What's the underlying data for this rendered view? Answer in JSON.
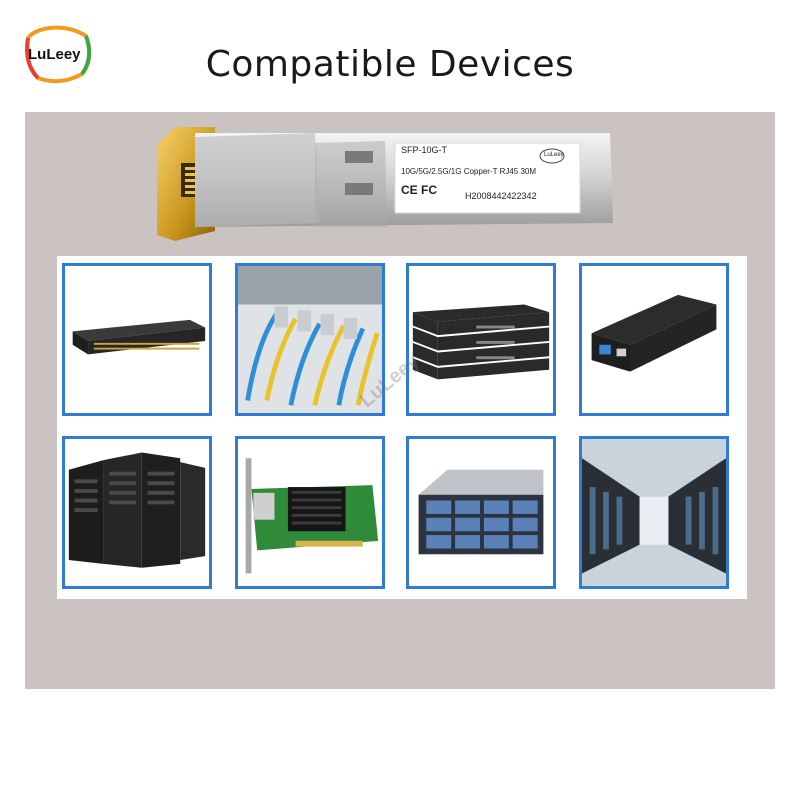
{
  "brand": {
    "name": "LuLeey"
  },
  "title": "Compatible Devices",
  "module": {
    "model": "SFP-10G-T",
    "spec": "10G/5G/2.5G/1G Copper-T RJ45 30M",
    "certs": "CE FC",
    "serial": "H2008442422342",
    "badge": "LuLeey"
  },
  "watermark": "LuLeey",
  "devices": [
    {
      "name": "network-switch-icon"
    },
    {
      "name": "fiber-patch-cables-icon"
    },
    {
      "name": "rack-servers-icon"
    },
    {
      "name": "media-converter-icon"
    },
    {
      "name": "server-cabinets-icon"
    },
    {
      "name": "network-card-icon"
    },
    {
      "name": "storage-server-icon"
    },
    {
      "name": "data-center-icon"
    }
  ],
  "colors": {
    "tile_border": "#2f7bd6",
    "panel": "#cbc3c1",
    "logo_orange": "#f29a1f",
    "logo_green": "#3aa845",
    "logo_red": "#e8402c"
  }
}
